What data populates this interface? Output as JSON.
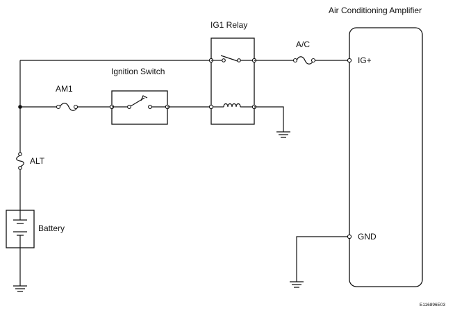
{
  "diagram": {
    "labels": {
      "amplifier": "Air Conditioning Amplifier",
      "relay": "IG1 Relay",
      "ac_fuse": "A/C",
      "ig_plus": "IG+",
      "ignition_switch": "Ignition Switch",
      "am1_fuse": "AM1",
      "alt_fuse": "ALT",
      "battery": "Battery",
      "gnd": "GND",
      "figure_code": "E116896E03"
    }
  }
}
